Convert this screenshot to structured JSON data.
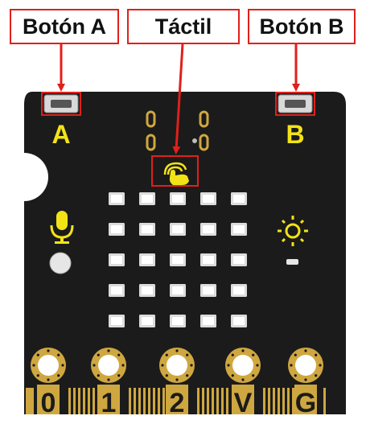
{
  "callouts": {
    "button_a": "Botón A",
    "touch": "Táctil",
    "button_b": "Botón B"
  },
  "board": {
    "label_a": "A",
    "label_b": "B",
    "pins": [
      "0",
      "1",
      "2",
      "V",
      "G"
    ],
    "led_rows": 5,
    "led_cols": 5
  },
  "colors": {
    "callout_border": "#e0201a",
    "arrow": "#e0201a",
    "board": "#1b1b1b",
    "accent": "#f2e317",
    "pad_gold": "#cfa740"
  },
  "icons": [
    "microphone-icon",
    "sun-icon",
    "touch-hand-icon"
  ]
}
